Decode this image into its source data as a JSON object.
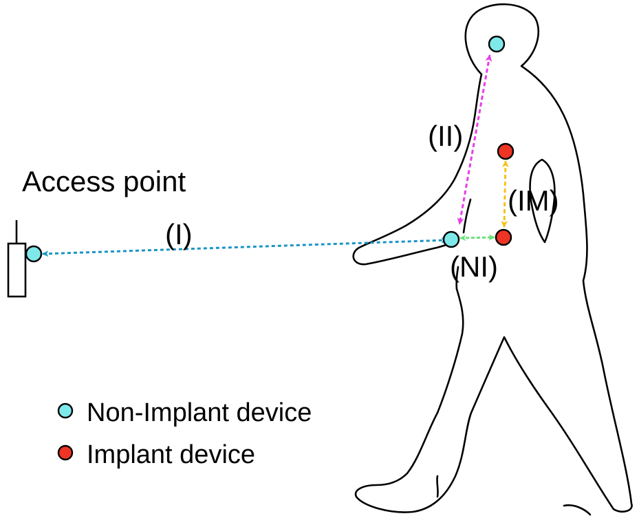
{
  "labels": {
    "access_point": "Access point",
    "link_I": "(I)",
    "link_II": "(II)",
    "link_IM": "(IM)",
    "link_NI": "(NI)"
  },
  "legend": [
    {
      "label": "Non-Implant device",
      "color": "#7fe9ea"
    },
    {
      "label": "Implant device",
      "color": "#ee3424"
    }
  ],
  "colors": {
    "non_implant_node": "#7fe9ea",
    "implant_node": "#ee3424",
    "link_I": "#1a94c4",
    "link_II": "#e83ee8",
    "link_IM": "#f6c21a",
    "link_NI": "#6de07a",
    "outline": "#000000"
  },
  "icons": {
    "access_point": "access-point-antenna-icon",
    "human": "walking-person-silhouette"
  }
}
